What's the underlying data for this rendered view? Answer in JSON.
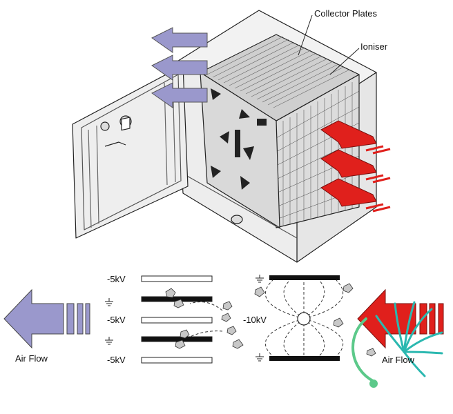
{
  "labels": {
    "collector_plates": "Collector Plates",
    "ioniser": "Ioniser",
    "air_flow_left": "Air Flow",
    "air_flow_right": "Air Flow",
    "volt_top": "-5kV",
    "volt_mid": "-5kV",
    "volt_bot": "-5kV",
    "volt_ioniser": "-10kV"
  },
  "colors": {
    "airflow_out": "#9a98cc",
    "airflow_in": "#e0201c",
    "housing": "#e8e8e8",
    "outline": "#222222",
    "logo_teal": "#2bb8b0",
    "logo_green": "#5cc98a"
  },
  "icons": {
    "ground": "ground-symbol-icon",
    "particle": "dust-particle-icon",
    "logo": "brand-logo-icon"
  }
}
